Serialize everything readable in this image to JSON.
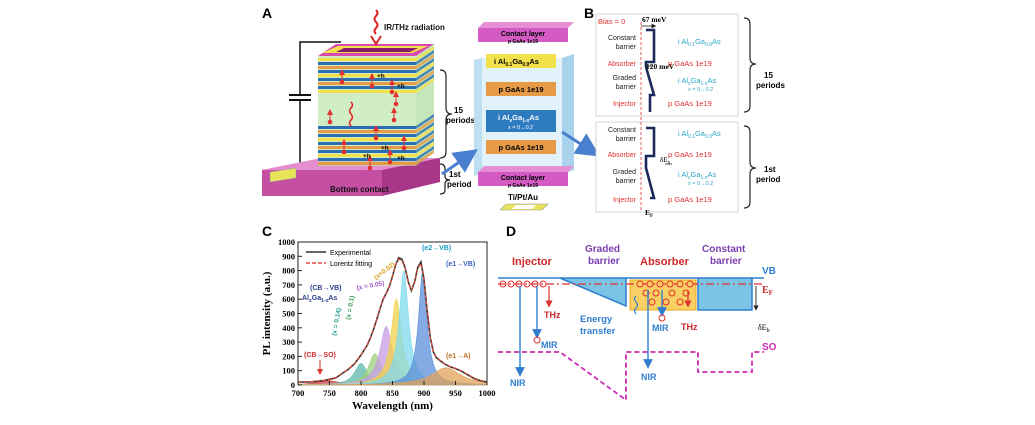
{
  "panel_a": {
    "label": "A",
    "radiation": "IR/THz radiation",
    "periods15": [
      "15",
      "periods"
    ],
    "period1": [
      "1st",
      "period"
    ],
    "bottom_contact": "Bottom contact",
    "h_label": "+h",
    "layers": {
      "contact_top": "Contact layer",
      "contact_top_sub": "p GaAs  1e19",
      "barrier_al": "i  Al",
      "barrier_al_sub": "0.1",
      "barrier_ga": "Ga",
      "barrier_ga_sub": "0.9",
      "barrier_as": "As",
      "p_gaas": "p GaAs  1e19",
      "graded": "i Al",
      "graded_sub": "x",
      "graded_ga": "Ga",
      "graded_ga_sub": "1-x",
      "graded_as": "As",
      "graded_x": "x = 0→0.2",
      "contact_bottom": "Contact layer",
      "contact_bottom_sub": "p GaAs  1e19",
      "metal": "Ti/Pt/Au"
    }
  },
  "panel_b": {
    "label": "B",
    "bias": "Bias = 0",
    "e67": "67 meV",
    "e120": "120 meV",
    "rows_top": [
      "Constant barrier",
      "Absorber",
      "Graded barrier",
      "Injector"
    ],
    "rows_bottom": [
      "Constant barrier",
      "Absorber",
      "Graded barrier",
      "Injector"
    ],
    "mat_barrier": "i  Al",
    "mat_barrier_sub": "0.1",
    "mat_ga": "Ga",
    "mat_ga_sub": "0.9",
    "mat_as": "As",
    "mat_p": "p GaAs  1e19",
    "mat_graded_x": "x = 0→0.2",
    "periods15": [
      "15",
      "periods"
    ],
    "period1": [
      "1st",
      "period"
    ],
    "delta_e": "δE",
    "delta_sub": "b",
    "ef": "E",
    "ef_sub": "F"
  },
  "panel_c": {
    "label": "C",
    "legend": [
      "Experimental",
      "Lorentz fitting"
    ],
    "annotations": {
      "e2vb": "(e2→VB)",
      "e1vb": "(e1→VB)",
      "cbvb": "(CB→VB)",
      "cbvb_mat": "Al",
      "cbvb_mat_x": "x",
      "cbvb_mat2": "Ga",
      "cbvb_mat_1x": "1-x",
      "cbvb_mat3": "As",
      "x002": "(x=0.02)",
      "x005": "(x = 0.05)",
      "x01": "(x = 0.1)",
      "x014": "(x = 0.14)",
      "cbso": "(CB→SO)",
      "e1a": "(e1→A)"
    }
  },
  "panel_d": {
    "label": "D",
    "injector": "Injector",
    "graded": [
      "Graded",
      "barrier"
    ],
    "absorber": "Absorber",
    "constant": [
      "Constant",
      "barrier"
    ],
    "vb": "VB",
    "ef": "E",
    "ef_sub": "F",
    "so": "SO",
    "thz": "THz",
    "mir": "MIR",
    "nir": "NIR",
    "energy_transfer": [
      "Energy",
      "transfer"
    ],
    "delta_e": "δE",
    "delta_sub": "b"
  },
  "chart_data": {
    "type": "line",
    "xlabel": "Wavelength (nm)",
    "ylabel": "PL intensity (a.u.)",
    "xlim": [
      700,
      1000
    ],
    "ylim": [
      0,
      1000
    ],
    "xticks": [
      700,
      750,
      800,
      850,
      900,
      950,
      1000
    ],
    "yticks": [
      0,
      100,
      200,
      300,
      400,
      500,
      600,
      700,
      800,
      900,
      1000
    ],
    "legend_placement": "top-left",
    "series": [
      {
        "name": "Experimental",
        "color": "#333333",
        "x": [
          700,
          720,
          740,
          760,
          780,
          790,
          800,
          810,
          815,
          820,
          825,
          830,
          835,
          840,
          845,
          850,
          855,
          860,
          865,
          870,
          875,
          880,
          885,
          890,
          895,
          900,
          905,
          910,
          915,
          920,
          930,
          940,
          950,
          960,
          970,
          980,
          990,
          1000
        ],
        "y": [
          20,
          22,
          30,
          50,
          110,
          150,
          210,
          280,
          330,
          390,
          460,
          530,
          600,
          640,
          690,
          760,
          840,
          890,
          880,
          820,
          720,
          660,
          720,
          820,
          860,
          740,
          520,
          330,
          230,
          190,
          155,
          130,
          115,
          95,
          70,
          45,
          30,
          20
        ]
      },
      {
        "name": "Lorentz fitting",
        "color": "#e0503c",
        "x": [
          700,
          720,
          740,
          760,
          780,
          790,
          800,
          810,
          815,
          820,
          825,
          830,
          835,
          840,
          845,
          850,
          855,
          860,
          865,
          870,
          875,
          880,
          885,
          890,
          895,
          900,
          905,
          910,
          915,
          920,
          930,
          940,
          950,
          960,
          970,
          980,
          990,
          1000
        ],
        "y": [
          22,
          24,
          32,
          52,
          112,
          152,
          212,
          282,
          332,
          392,
          462,
          532,
          602,
          642,
          692,
          762,
          842,
          880,
          870,
          815,
          715,
          665,
          715,
          815,
          850,
          735,
          515,
          330,
          232,
          192,
          157,
          132,
          117,
          97,
          72,
          47,
          32,
          22
        ]
      }
    ],
    "components": [
      {
        "name": "(CB→SO)",
        "center": 748,
        "amp": 30,
        "width": 22,
        "color": "#d04040"
      },
      {
        "name": "(x = 0.14)",
        "center": 800,
        "amp": 150,
        "width": 12,
        "color": "#5bb7a8"
      },
      {
        "name": "(x = 0.1)",
        "center": 822,
        "amp": 220,
        "width": 12,
        "color": "#9bd17c"
      },
      {
        "name": "(x = 0.05)",
        "center": 840,
        "amp": 410,
        "width": 12,
        "color": "#c79be6"
      },
      {
        "name": "(x=0.02)",
        "center": 856,
        "amp": 600,
        "width": 10,
        "color": "#f0d24a"
      },
      {
        "name": "(e2→VB)",
        "center": 868,
        "amp": 800,
        "width": 9,
        "color": "#7fd9ef"
      },
      {
        "name": "(e1→VB)",
        "center": 898,
        "amp": 800,
        "width": 8,
        "color": "#5b8fd9"
      },
      {
        "name": "(e1→A)",
        "center": 935,
        "amp": 120,
        "width": 28,
        "color": "#e0a25a"
      }
    ]
  }
}
